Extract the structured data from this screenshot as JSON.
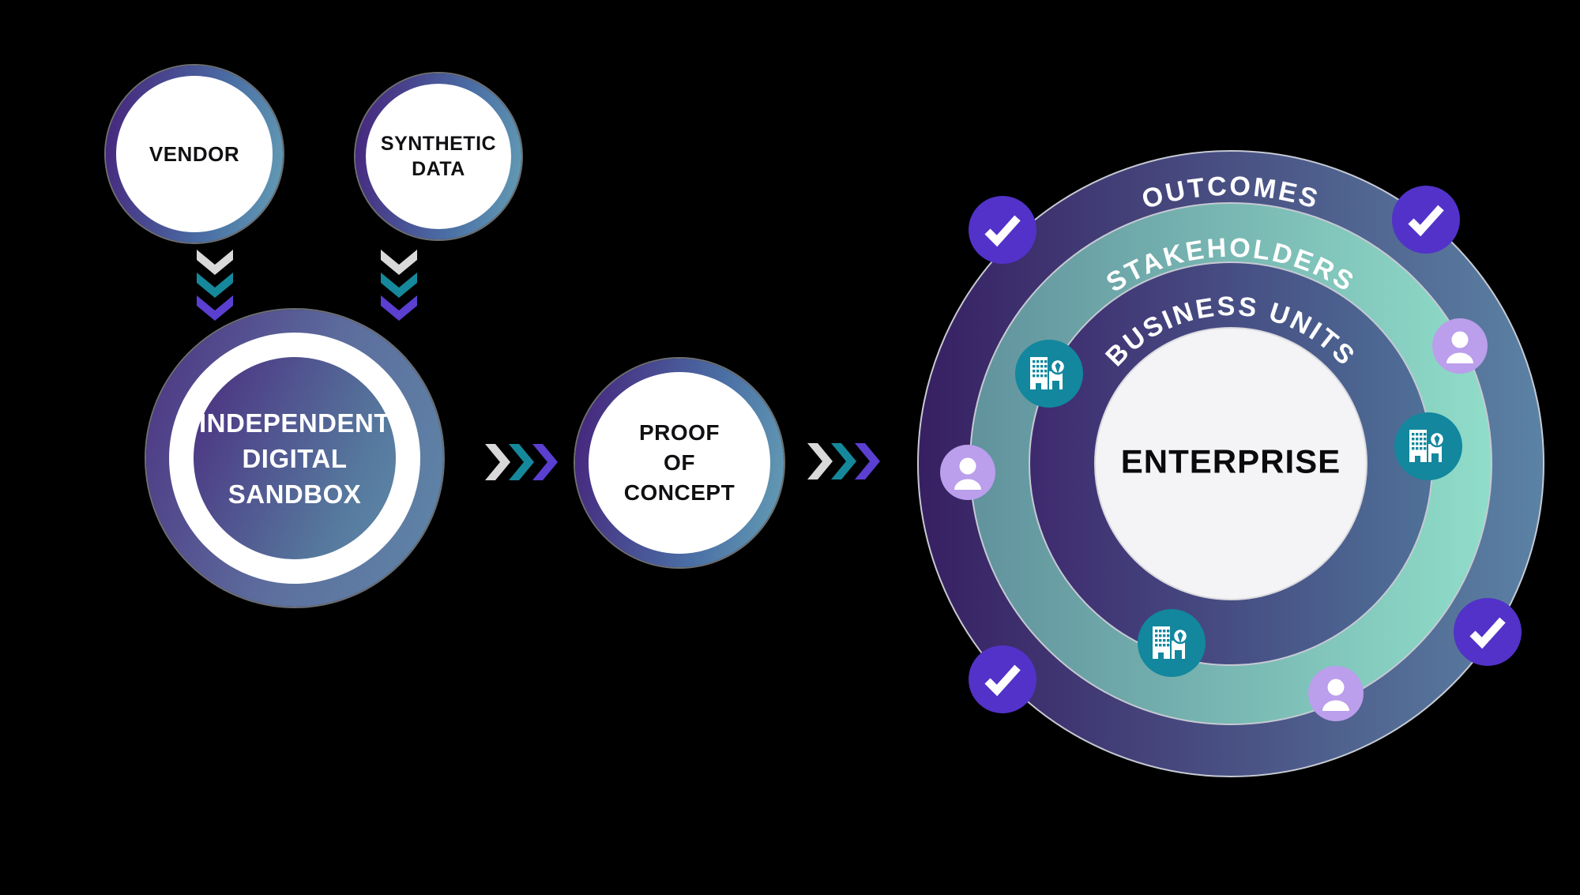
{
  "background": "#000000",
  "flow": {
    "vendor": {
      "label": "VENDOR"
    },
    "synthetic": {
      "line1": "SYNTHETIC",
      "line2": "DATA"
    },
    "sandbox": {
      "line1": "INDEPENDENT",
      "line2": "DIGITAL",
      "line3": "SANDBOX"
    },
    "proof": {
      "line1": "PROOF",
      "line2": "OF",
      "line3": "CONCEPT"
    }
  },
  "target": {
    "ring_outer_label": "OUTCOMES",
    "ring_middle_label": "STAKEHOLDERS",
    "ring_inner_label": "BUSINESS UNITS",
    "center_label": "ENTERPRISE",
    "marker_icons": [
      "checkmark",
      "person",
      "building"
    ]
  },
  "colors": {
    "chevron_gray": "#d9d9d9",
    "chevron_teal": "#15899b",
    "chevron_purple": "#5a3fd0",
    "check_badge": "#5232c8",
    "person_badge": "#bb9eec",
    "building_badge": "#12879e",
    "ring_outer_left": "#371f62",
    "ring_outer_right": "#5b82a4",
    "ring_teal_left": "#61929d",
    "ring_teal_right": "#90ddc9",
    "ring_inner_left": "#3e2a6e",
    "ring_inner_right": "#4f7198",
    "center_fill": "#f4f3f5",
    "small_ring_left": "#46217a",
    "small_ring_right": "#66a0b5",
    "sandbox_core_left": "#4c3282",
    "sandbox_core_right": "#5e87a8",
    "edge_line": "#c6cad3"
  }
}
